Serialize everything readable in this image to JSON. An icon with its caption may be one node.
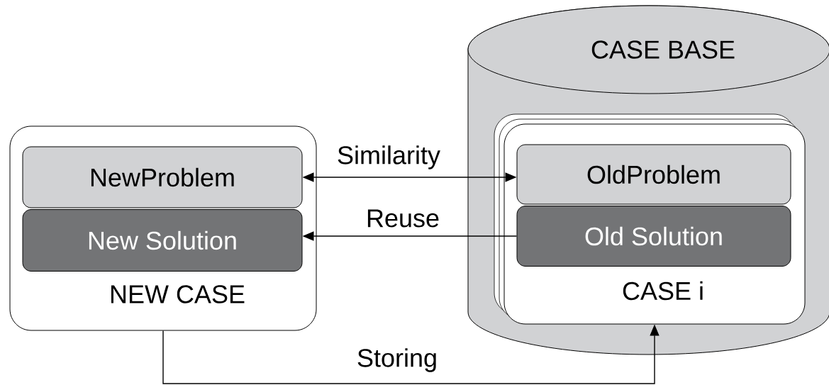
{
  "diagram": {
    "nodes": [
      {
        "text": [
          "NEW CASE"
        ]
      },
      {
        "text": [
          "NewProblem"
        ],
        "in": 0
      },
      {
        "text": [
          "New Solution"
        ],
        "in": 0
      },
      {
        "text": [
          "CASE BASE"
        ]
      },
      {
        "text": [
          "CASE i"
        ],
        "in": 3
      },
      {
        "text": [
          "OldProblem"
        ],
        "in": 4
      },
      {
        "text": [
          "Old Solution"
        ],
        "in": 4
      }
    ],
    "edges": [
      {
        "from": 1,
        "to": 5,
        "arrow": "both",
        "label": "Similarity"
      },
      {
        "from": 6,
        "to": 2,
        "arrow": "to",
        "label": "Reuse"
      },
      {
        "from": 0,
        "to": 4,
        "arrow": "to",
        "label": "Storing"
      }
    ]
  }
}
